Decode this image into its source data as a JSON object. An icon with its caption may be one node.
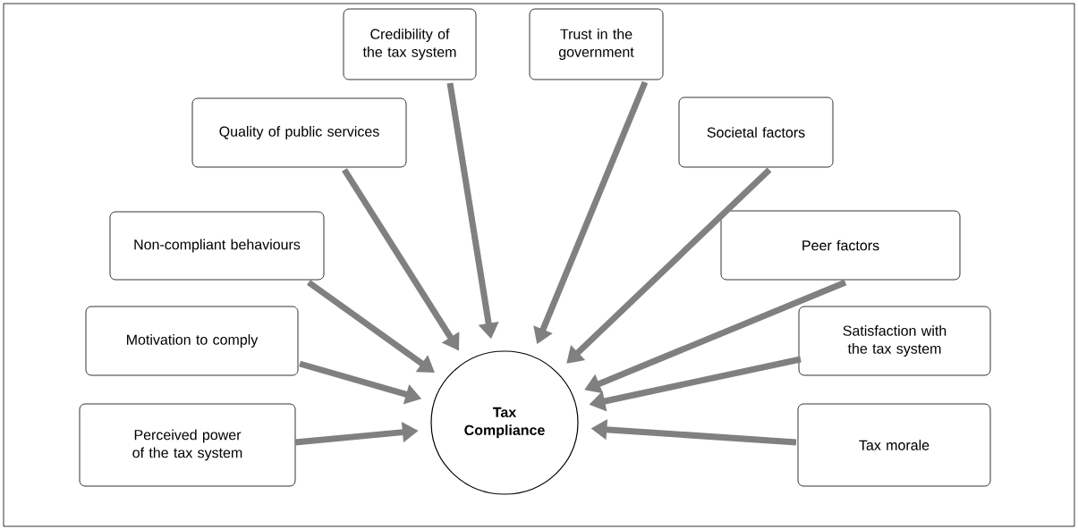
{
  "diagram": {
    "nodes": [
      {
        "text": [
          "Credibility of the tax system"
        ]
      },
      {
        "text": [
          "Trust in the government"
        ]
      },
      {
        "text": [
          "Quality of public services"
        ]
      },
      {
        "text": [
          "Societal factors"
        ]
      },
      {
        "text": [
          "Non-compliant behaviours"
        ]
      },
      {
        "text": [
          "Peer factors"
        ]
      },
      {
        "text": [
          "Motivation to comply"
        ]
      },
      {
        "text": [
          "Satisfaction with the tax system"
        ]
      },
      {
        "text": [
          "Perceived power of the tax system"
        ]
      },
      {
        "text": [
          "Tax morale"
        ]
      },
      {
        "text": [
          "Tax Compliance"
        ]
      }
    ],
    "edges": [
      {
        "from": 0,
        "to": 10,
        "arrow": "to"
      },
      {
        "from": 1,
        "to": 10,
        "arrow": "to"
      },
      {
        "from": 2,
        "to": 10,
        "arrow": "to"
      },
      {
        "from": 3,
        "to": 10,
        "arrow": "to"
      },
      {
        "from": 4,
        "to": 10,
        "arrow": "to"
      },
      {
        "from": 5,
        "to": 10,
        "arrow": "to"
      },
      {
        "from": 6,
        "to": 10,
        "arrow": "to"
      },
      {
        "from": 7,
        "to": 10,
        "arrow": "to"
      },
      {
        "from": 8,
        "to": 10,
        "arrow": "to"
      },
      {
        "from": 9,
        "to": 10,
        "arrow": "to"
      }
    ]
  }
}
